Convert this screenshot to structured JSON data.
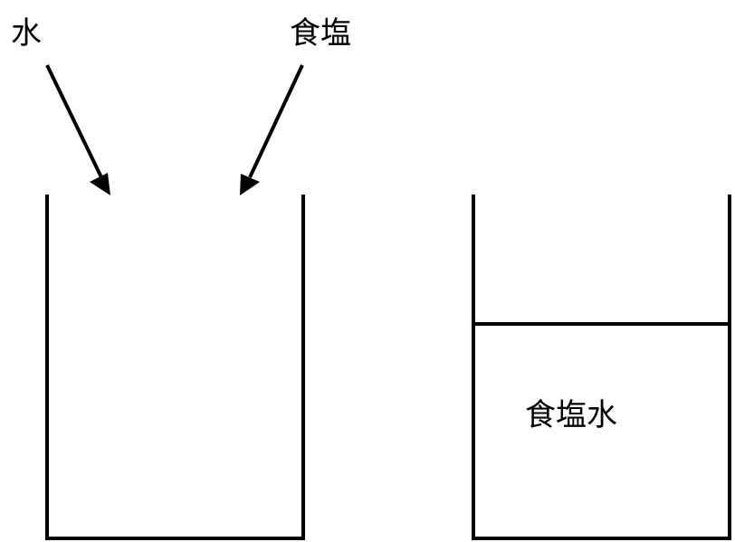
{
  "labels": {
    "water": "水",
    "salt": "食塩",
    "salt_water": "食塩水"
  },
  "colors": {
    "stroke": "#000000",
    "background": "#ffffff"
  }
}
